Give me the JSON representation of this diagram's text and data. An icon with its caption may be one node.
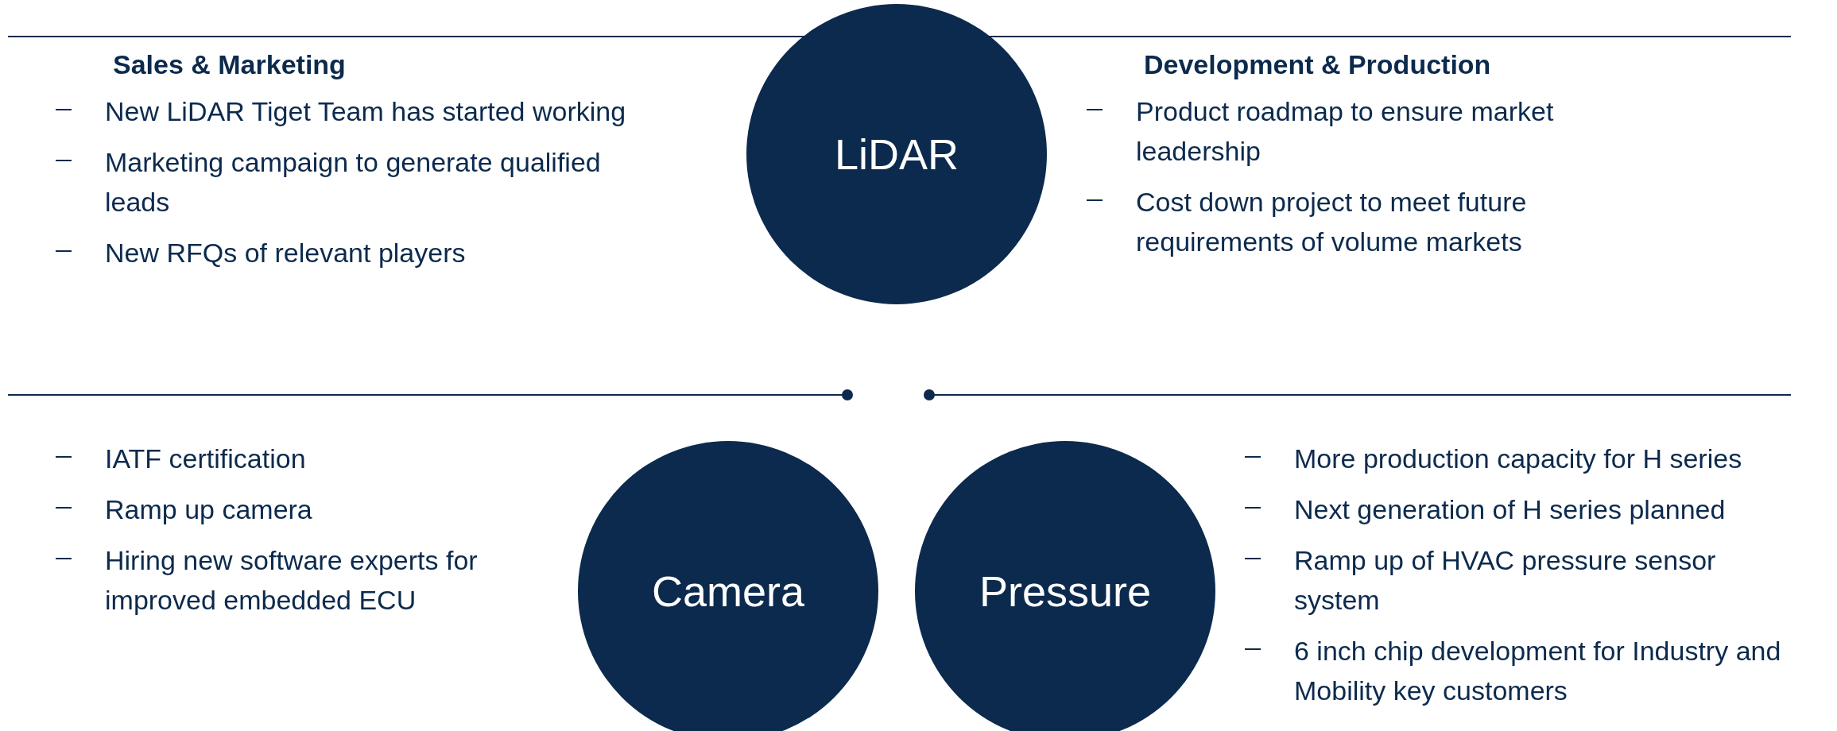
{
  "diagram": {
    "nodes": [
      {
        "text": [
          "LiDAR"
        ]
      },
      {
        "text": [
          "Camera"
        ]
      },
      {
        "text": [
          "Pressure"
        ]
      }
    ],
    "labels": [
      "Sales & Marketing",
      "New LiDAR Tiget Team has started working",
      "Marketing campaign to generate qualified leads",
      "New RFQs of relevant players",
      "Development & Production",
      "Product roadmap to ensure market leadership",
      "Cost down project to meet future requirements of volume markets",
      "IATF certification",
      "Ramp up camera",
      "Hiring new software experts for improved embedded ECU",
      "More production capacity for H series",
      "Next generation of H series planned",
      "Ramp up of HVAC pressure sensor system",
      "6 inch chip development for Industry and Mobility key customers"
    ]
  }
}
